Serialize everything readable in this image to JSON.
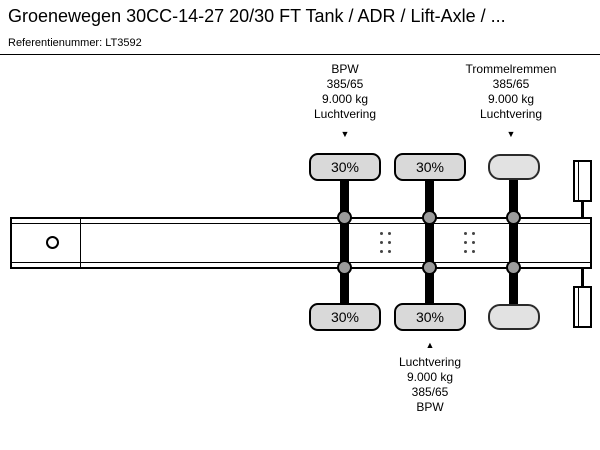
{
  "header": {
    "title": "Groenewegen 30CC-14-27 20/30 FT Tank / ADR / Lift-Axle / ...",
    "reference": "Referentienummer: LT3592"
  },
  "callouts": {
    "front_axle_top": {
      "lines": [
        "BPW",
        "385/65",
        "9.000 kg",
        "Luchtvering"
      ],
      "arrow": "▼"
    },
    "rear_axle_top": {
      "lines": [
        "Trommelremmen",
        "385/65",
        "9.000 kg",
        "Luchtvering"
      ],
      "arrow": "▼"
    },
    "middle_axle_bottom": {
      "arrow": "▲",
      "lines": [
        "Luchtvering",
        "9.000 kg",
        "385/65",
        "BPW"
      ]
    }
  },
  "diagram": {
    "tires": {
      "axle1_top": "30%",
      "axle2_top": "30%",
      "axle1_bottom": "30%",
      "axle2_bottom": "30%"
    },
    "colors": {
      "tire_fill": "#d9d9d9",
      "outline": "#000000"
    }
  }
}
